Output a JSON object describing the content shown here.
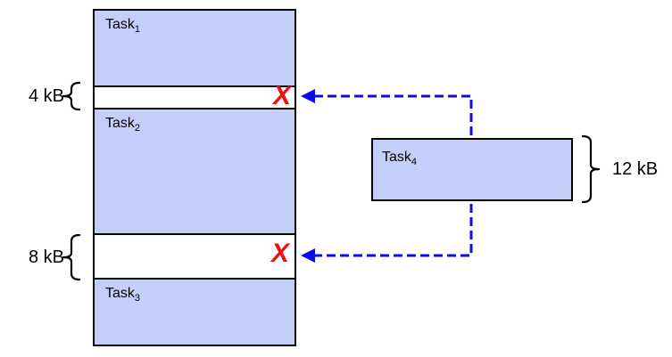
{
  "memory": {
    "segments": [
      {
        "type": "task",
        "name": "Task",
        "sub": "1"
      },
      {
        "type": "gap",
        "label": "4 kB"
      },
      {
        "type": "task",
        "name": "Task",
        "sub": "2"
      },
      {
        "type": "gap",
        "label": "8 kB"
      },
      {
        "type": "task",
        "name": "Task",
        "sub": "3"
      }
    ]
  },
  "incoming_task": {
    "name": "Task",
    "sub": "4",
    "size_label": "12 kB"
  },
  "reject_mark": "X",
  "colors": {
    "task_fill": "#c4cefa",
    "outline": "#000000",
    "arrow_blue": "#0b0bee",
    "reject_red": "#ee1111"
  }
}
